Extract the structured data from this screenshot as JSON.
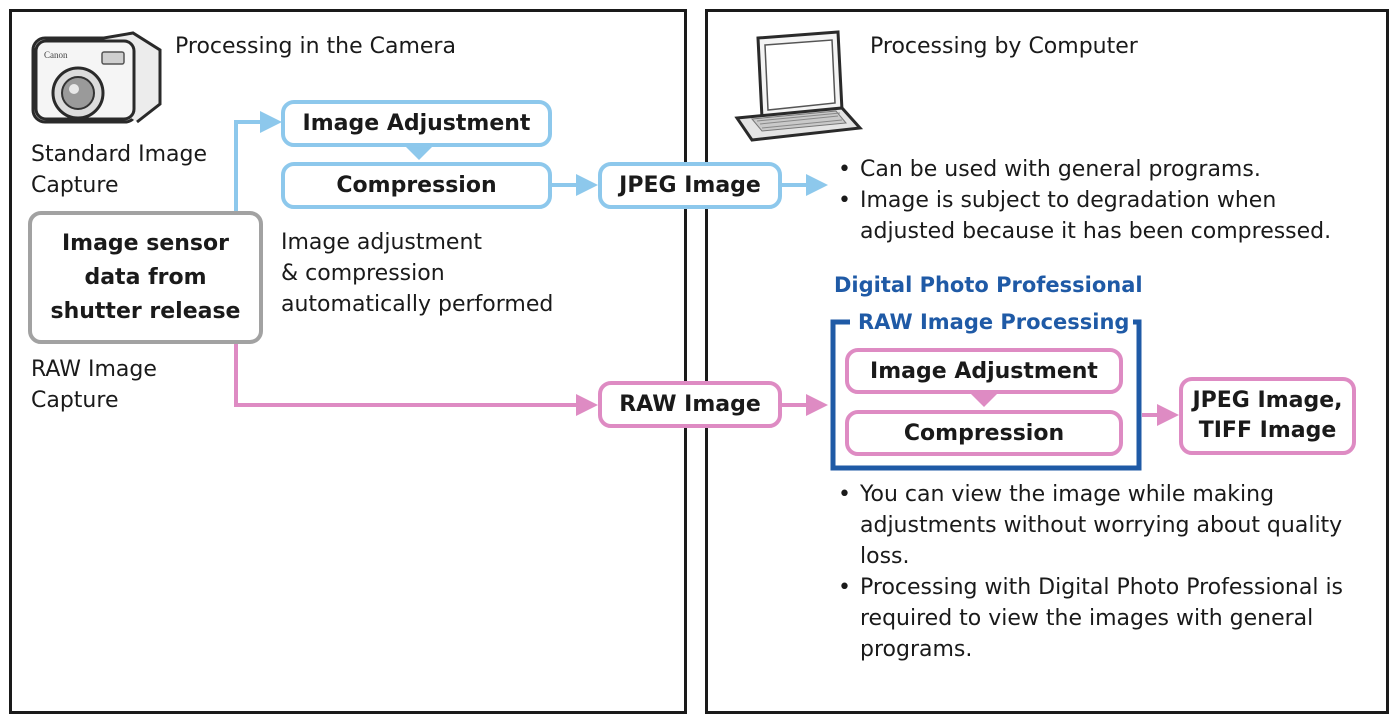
{
  "left_panel": {
    "title": "Processing in the Camera",
    "standard_label": [
      "Standard Image",
      "Capture"
    ],
    "raw_label": [
      "RAW Image",
      "Capture"
    ],
    "sensor_box": [
      "Image sensor",
      "data from",
      "shutter release"
    ],
    "adjustment_box": "Image Adjustment",
    "compression_box": "Compression",
    "auto_note": [
      "Image adjustment",
      "& compression",
      "automatically performed"
    ],
    "brand": "Canon"
  },
  "middle": {
    "jpeg_box": "JPEG Image",
    "raw_box": "RAW Image"
  },
  "right_panel": {
    "title": "Processing by Computer",
    "jpeg_bullets": [
      "Can be used with general programs.",
      "Image is subject to degradation when adjusted because it has been compressed."
    ],
    "software_name": "Digital Photo Professional",
    "group_label": "RAW Image Processing",
    "adjustment_box": "Image Adjustment",
    "compression_box": "Compression",
    "output_box": [
      "JPEG Image,",
      "TIFF Image"
    ],
    "raw_bullets": [
      "You can view the image while making adjustments without worrying about quality loss.",
      "Processing with Digital Photo Professional is required to view the images with general programs."
    ]
  },
  "colors": {
    "jpeg_flow": "#8dc8ec",
    "raw_flow": "#de8bc3",
    "software_blue": "#1f5aa6",
    "sensor_border": "#a2a2a2"
  },
  "icons": [
    "camera-icon",
    "laptop-icon"
  ]
}
